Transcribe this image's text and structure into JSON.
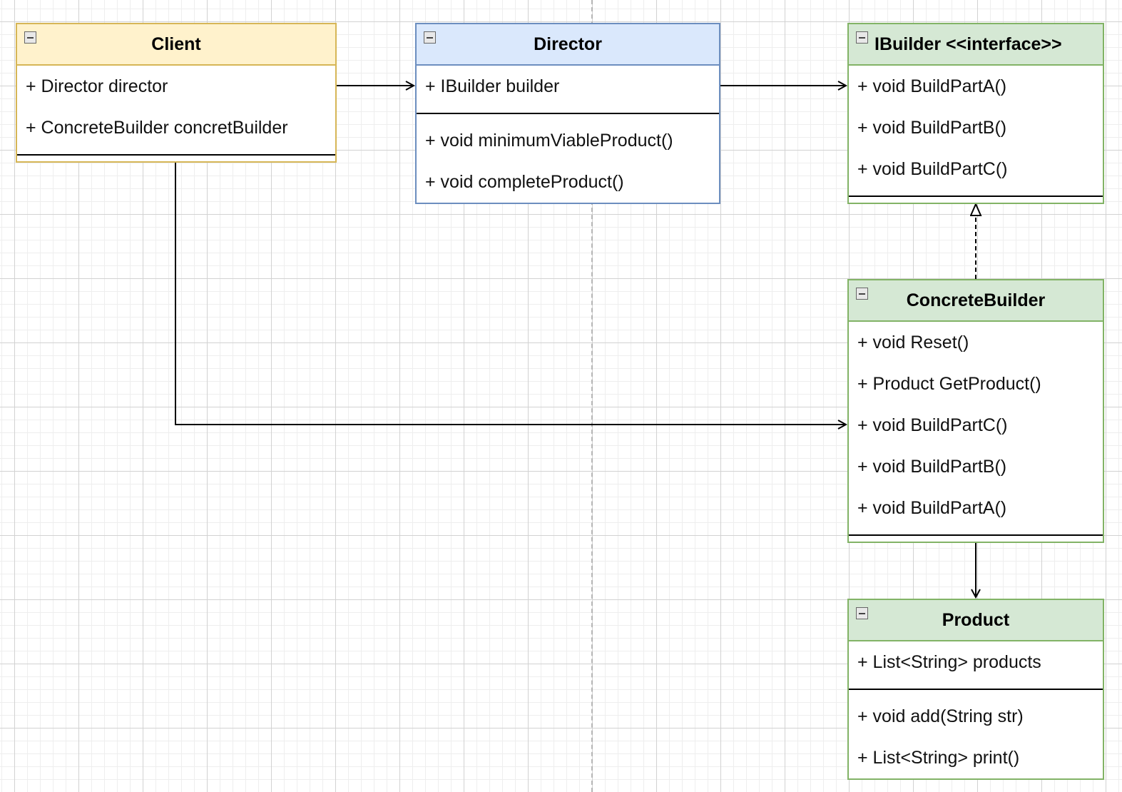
{
  "colors": {
    "client_fill": "#fff2cc",
    "client_stroke": "#d6b656",
    "director_fill": "#dae8fc",
    "director_stroke": "#6c8ebf",
    "green_fill": "#d5e8d4",
    "green_stroke": "#82b366"
  },
  "icons": {
    "collapse": "minus-square-icon"
  },
  "classes": {
    "client": {
      "name": "Client",
      "attributes": [
        "+ Director director",
        "+ ConcreteBuilder concretBuilder"
      ],
      "methods": []
    },
    "director": {
      "name": "Director",
      "attributes": [
        "+ IBuilder builder"
      ],
      "methods": [
        "+ void minimumViableProduct()",
        "+ void completeProduct()"
      ]
    },
    "ibuilder": {
      "name": "IBuilder <<interface>>",
      "attributes": [
        "+ void BuildPartA()",
        "+ void BuildPartB()",
        "+ void BuildPartC()"
      ],
      "methods": []
    },
    "concrete_builder": {
      "name": "ConcreteBuilder",
      "attributes": [
        "+ void Reset()",
        "+ Product GetProduct()",
        "+ void BuildPartC()",
        "+ void BuildPartB()",
        "+ void BuildPartA()"
      ],
      "methods": []
    },
    "product": {
      "name": "Product",
      "attributes": [
        "+ List<String> products"
      ],
      "methods": [
        "+ void add(String str)",
        "+ List<String> print()"
      ]
    }
  },
  "relations": [
    {
      "from": "Client",
      "to": "Director",
      "type": "association"
    },
    {
      "from": "Director",
      "to": "IBuilder",
      "type": "association"
    },
    {
      "from": "Client",
      "to": "ConcreteBuilder",
      "type": "association"
    },
    {
      "from": "ConcreteBuilder",
      "to": "IBuilder",
      "type": "realization"
    },
    {
      "from": "ConcreteBuilder",
      "to": "Product",
      "type": "association"
    }
  ]
}
